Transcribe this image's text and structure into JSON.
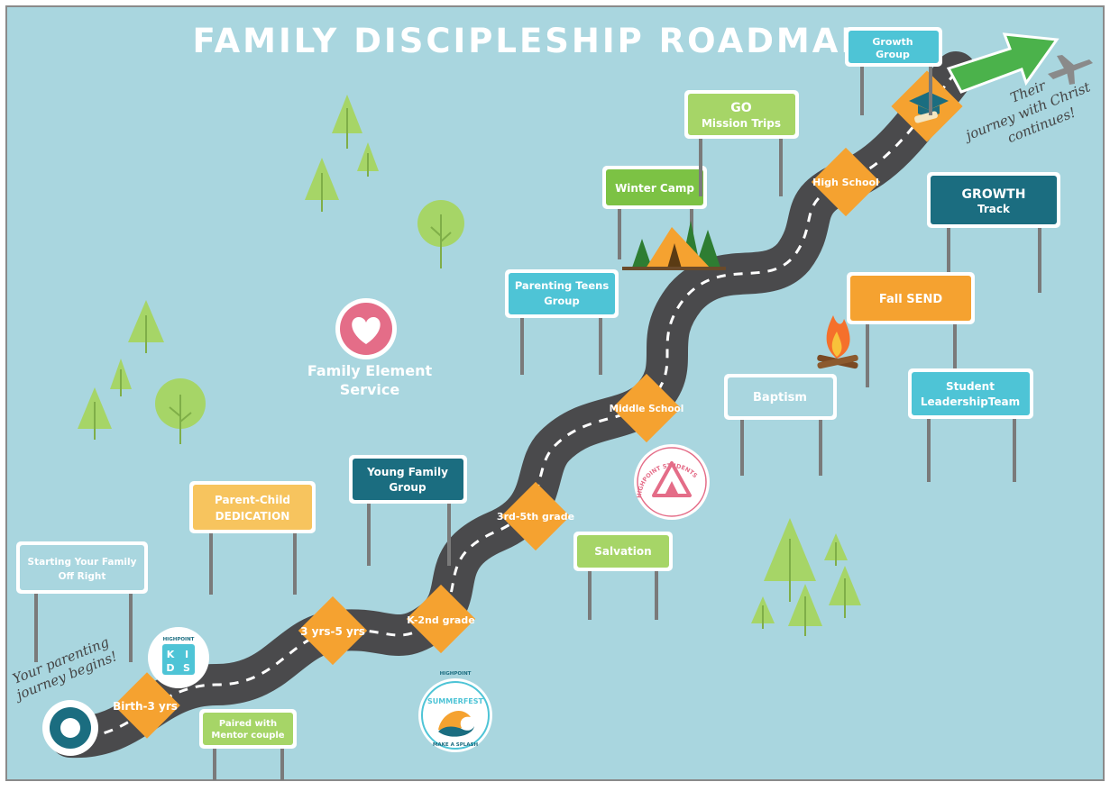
{
  "title": "FAMILY DISCIPLESHIP ROADMAP",
  "colors": {
    "background": "#a9d6df",
    "road": "#4a4a4c",
    "stage_marker": "#f5a230",
    "sign_teal": "#4ec4d6",
    "sign_dark": "#1b6d80",
    "sign_orange": "#f5a230",
    "sign_green": "#7cc244",
    "sign_yellow": "#f7c45e",
    "sign_light": "#a9d6df",
    "tree_green": "#a6d567",
    "arrow_green": "#4bb24b",
    "heart_pink": "#e46d88"
  },
  "stages": [
    "Birth-3 yrs",
    "3 yrs-5 yrs",
    "K-2nd grade",
    "3rd-5th grade",
    "Middle School",
    "High School"
  ],
  "signs": {
    "starting_family": [
      "Starting Your Family",
      "Off Right"
    ],
    "parent_child": [
      "Parent-Child",
      "DEDICATION"
    ],
    "young_family": [
      "Young Family",
      "Group"
    ],
    "parenting_teens": [
      "Parenting Teens",
      "Group"
    ],
    "winter_camp": [
      "Winter Camp"
    ],
    "go_mission": [
      "GO",
      "Mission Trips"
    ],
    "growth_group": [
      "Growth",
      "Group"
    ],
    "growth_track": [
      "GROWTH",
      "Track"
    ],
    "fall_send": [
      "Fall SEND"
    ],
    "baptism": [
      "Baptism"
    ],
    "student_leadership": [
      "Student",
      "LeadershipTeam"
    ],
    "salvation": [
      "Salvation"
    ],
    "mentor": [
      "Paired with",
      "Mentor couple"
    ]
  },
  "family_element": [
    "Family Element",
    "Service"
  ],
  "start_note": [
    "Your parenting",
    "journey begins!"
  ],
  "end_note": [
    "Their",
    "journey with Christ",
    "continues!"
  ],
  "logos": {
    "kids_top": "HIGHPOINT",
    "kids_letters": [
      "K",
      "I",
      "D",
      "S"
    ],
    "summerfest_top": "HIGHPOINT",
    "summerfest_name": "SUMMERFEST",
    "summerfest_tag": "MAKE A SPLASH",
    "students_ring": "HIGHPOINT STUDENTS"
  },
  "icons": [
    "heart-icon",
    "graduation-cap-icon",
    "tent-icon",
    "campfire-icon",
    "airplane-icon",
    "arrow-icon"
  ]
}
